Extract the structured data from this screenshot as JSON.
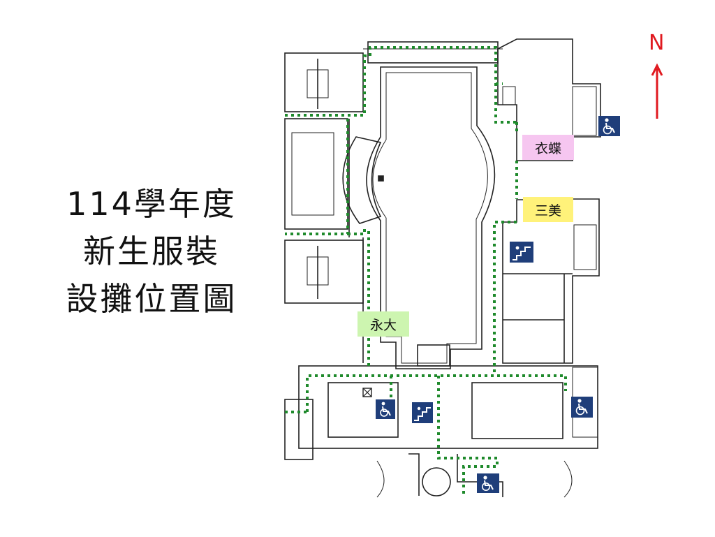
{
  "title": {
    "line1": "114學年度",
    "line2": "新生服裝",
    "line3": "設攤位置圖"
  },
  "compass": {
    "label": "N"
  },
  "vendors": [
    {
      "name": "衣蝶",
      "color": "#f6c6f0"
    },
    {
      "name": "三美",
      "color": "#fff27a"
    },
    {
      "name": "永大",
      "color": "#cdf5b0"
    }
  ],
  "colors": {
    "route": "#1f8a2c",
    "sign": "#1f3e7a",
    "compass": "#e0191f"
  },
  "icons": [
    "wheelchair-icon",
    "stairs-icon",
    "elevator-icon",
    "restroom-icon"
  ]
}
